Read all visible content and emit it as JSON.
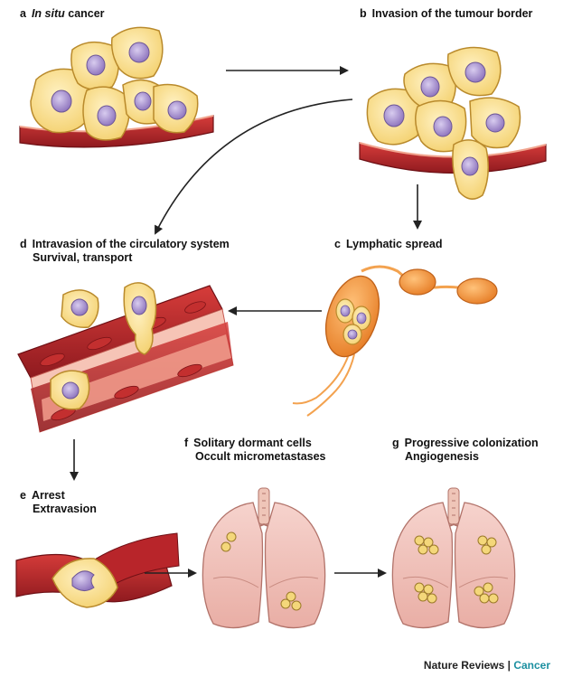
{
  "panels": {
    "a": {
      "letter": "a",
      "title_italic": "In situ",
      "title_rest": " cancer"
    },
    "b": {
      "letter": "b",
      "title": "Invasion of the tumour border"
    },
    "c": {
      "letter": "c",
      "title": "Lymphatic spread"
    },
    "d": {
      "letter": "d",
      "line1": "Intravasion of the circulatory system",
      "line2": "Survival, transport"
    },
    "e": {
      "letter": "e",
      "line1": "Arrest",
      "line2": "Extravasion"
    },
    "f": {
      "letter": "f",
      "line1": "Solitary dormant cells",
      "line2": "Occult micrometastases"
    },
    "g": {
      "letter": "g",
      "line1": "Progressive colonization",
      "line2": "Angiogenesis"
    }
  },
  "credit": {
    "journal": "Nature Reviews",
    "separator": " | ",
    "section": "Cancer"
  },
  "colors": {
    "cell_fill": "#f9dc84",
    "cell_stroke": "#b98a2c",
    "nucleus": "#a38cc8",
    "vessel": "#b8252a",
    "lymph": "#f08a2e",
    "lung": "#f2c7c0"
  }
}
